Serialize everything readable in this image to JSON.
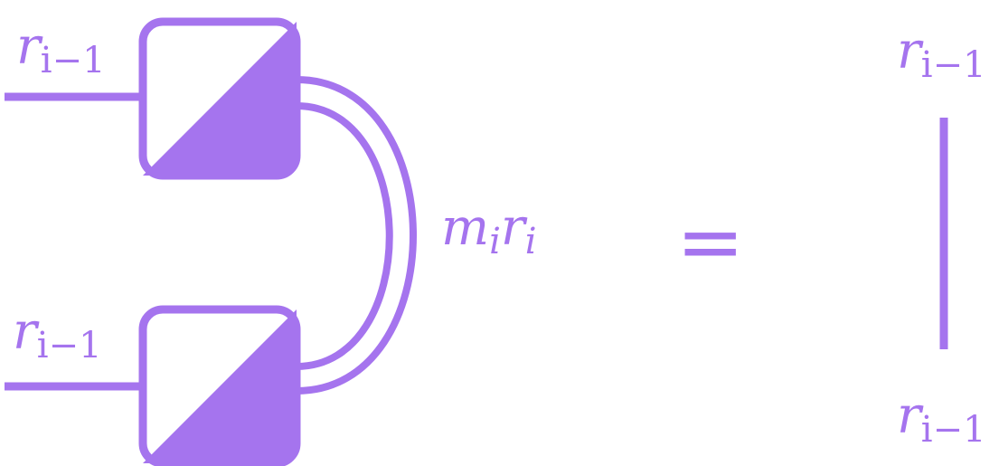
{
  "colors": {
    "stroke": "#A574EE",
    "fill": "#A574EE",
    "background": "#FFFFFF"
  },
  "labels": {
    "top_left": {
      "base": "r",
      "sub": "i−1"
    },
    "bottom_left": {
      "base": "r",
      "sub": "i−1"
    },
    "middle": {
      "part1": "m",
      "sub1": "i",
      "part2": "r",
      "sub2": "i"
    },
    "equals": "=",
    "right_top": {
      "base": "r",
      "sub": "i−1"
    },
    "right_bottom": {
      "base": "r",
      "sub": "i−1"
    }
  }
}
